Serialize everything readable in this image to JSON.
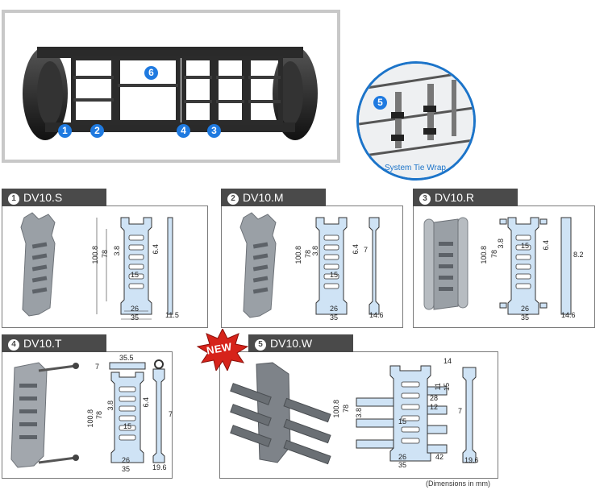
{
  "hero": {
    "badges": {
      "b1": "1",
      "b2": "2",
      "b4": "4",
      "b3": "3",
      "b6": "6"
    }
  },
  "detail": {
    "badge": "5",
    "label": "System Tie Wrap"
  },
  "new_badge": "NEW",
  "panels": {
    "s": {
      "num": "1",
      "title": "DV10.S",
      "dims": {
        "h_outer": "100.8",
        "h_inner": "78",
        "pitch": "3.8",
        "rib": "6.4",
        "center": "15",
        "w_inner": "26",
        "w_outer": "35",
        "side": "11.5"
      }
    },
    "m": {
      "num": "2",
      "title": "DV10.M",
      "dims": {
        "h_outer": "100.8",
        "h_inner": "78",
        "pitch": "3.8",
        "rib": "6.4",
        "center": "15",
        "w_inner": "26",
        "w_outer": "35",
        "gap": "7",
        "side": "14.6"
      }
    },
    "r": {
      "num": "3",
      "title": "DV10.R",
      "dims": {
        "h_outer": "100.8",
        "h_inner": "78",
        "pitch": "3.8",
        "rib": "6.4",
        "center": "15",
        "w_inner": "26",
        "w_outer": "35",
        "gap": "8.2",
        "side": "14.6"
      }
    },
    "t": {
      "num": "4",
      "title": "DV10.T",
      "dims": {
        "top": "35.5",
        "seven_top": "7",
        "h_outer": "100.8",
        "h_inner": "78",
        "pitch": "3.8",
        "rib": "6.4",
        "center": "15",
        "w_inner": "26",
        "w_outer": "35",
        "gap": "7",
        "side": "19.6"
      }
    },
    "w": {
      "num": "5",
      "title": "DV10.W",
      "dims": {
        "top": "14",
        "d11": "11",
        "d15": "15",
        "d28": "28",
        "d12": "12",
        "h_outer": "100.8",
        "h_inner": "78",
        "pitch": "3.8",
        "center": "15",
        "w_inner": "26",
        "w_outer": "35",
        "w_ext": "42",
        "gap": "7",
        "side": "19.6"
      }
    }
  },
  "footnote": "(Dimensions in mm)",
  "colors": {
    "accent": "#1f7ae0",
    "part": "#cfe3f5",
    "dark": "#4a4a4a"
  }
}
